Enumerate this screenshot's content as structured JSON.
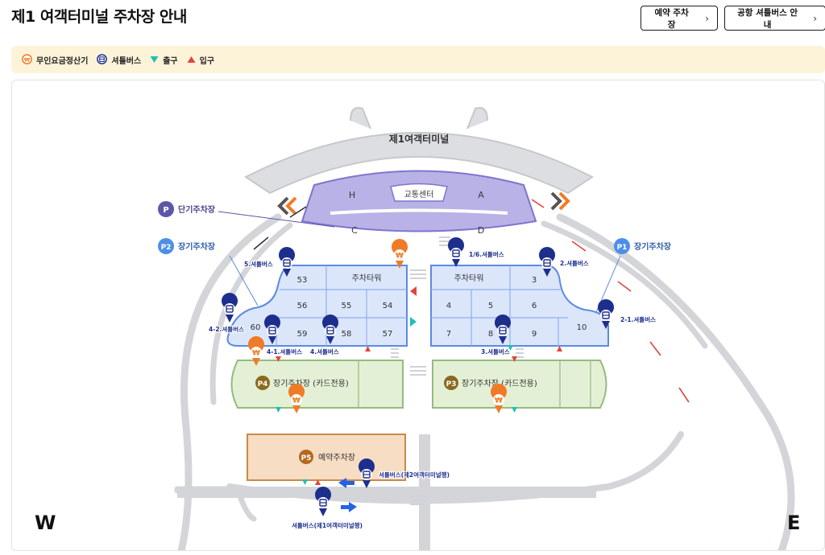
{
  "header": {
    "title": "제1 여객터미널 주차장 안내",
    "reserve_button": "예약 주차장",
    "shuttle_button": "공항 셔틀버스 안내",
    "chevron": "›"
  },
  "legend": {
    "items": [
      {
        "icon": "payment-machine-icon",
        "label": "무인요금정산기"
      },
      {
        "icon": "shuttle-bus-icon",
        "label": "셔틀버스"
      },
      {
        "icon": "exit-triangle-icon",
        "label": "출구"
      },
      {
        "icon": "entrance-triangle-icon",
        "label": "입구"
      }
    ]
  },
  "colors": {
    "short_term": "#b8b2e6",
    "short_term_stroke": "#7f74cf",
    "long_term": "#dbe6fb",
    "long_term_stroke": "#5c8ae0",
    "card_only": "#e3f0d6",
    "card_only_stroke": "#95bb7e",
    "reserved": "#f6ddc3",
    "reserved_stroke": "#c98a4a",
    "exit": "#1fc0b0",
    "entrance": "#e0453e",
    "shuttle": "#1d2f8c",
    "payment": "#f07b26"
  },
  "map": {
    "terminal_label": "제1여객터미널",
    "transport_center": "교통센터",
    "short_term_sections": [
      "H",
      "A",
      "C",
      "D"
    ],
    "tower_label": "주차타워",
    "p_short": {
      "badge": "P",
      "label": "단기주차장"
    },
    "p2": {
      "badge": "P2",
      "label": "장기주차장"
    },
    "p1": {
      "badge": "P1",
      "label": "장기주차장"
    },
    "p4": {
      "badge": "P4",
      "label": "장기주차장 (카드전용)"
    },
    "p3": {
      "badge": "P3",
      "label": "장기주차장 (카드전용)"
    },
    "p5": {
      "badge": "P5",
      "label": "예약주차장"
    },
    "west": "W",
    "east": "E",
    "zones_left": [
      "53",
      "56",
      "55",
      "54",
      "60",
      "59",
      "58",
      "57"
    ],
    "zones_right": [
      "3",
      "4",
      "5",
      "6",
      "7",
      "8",
      "9",
      "10"
    ],
    "shuttle_stops": {
      "s5": "5.셔틀버스",
      "s1_6": "1/6.셔틀버스",
      "s2": "2.셔틀버스",
      "s4_2": "4-2.셔틀버스",
      "s4_1": "4-1.셔틀버스",
      "s4": "4.셔틀버스",
      "s3": "3.셔틀버스",
      "s2_1": "2-1.셔틀버스",
      "s_t2": "셔틀버스(제2여객터미널행)",
      "s_t1": "셔틀버스(제1여객터미널행)"
    }
  }
}
